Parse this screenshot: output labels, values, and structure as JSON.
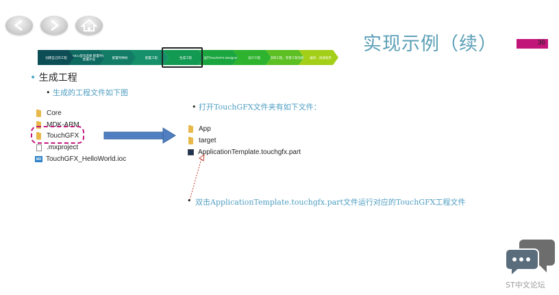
{
  "header": {
    "title": "实现示例（续）",
    "page_number": "36",
    "accent_color": "#c2157a",
    "title_color": "#5b9fb7"
  },
  "nav": {
    "icons": [
      "back-arrow-icon",
      "forward-arrow-icon",
      "home-icon"
    ]
  },
  "steps": [
    {
      "label": "创建自己的工程",
      "color": "#0d4e56"
    },
    {
      "label": "MCU型号选择 配置时钟 配置外设",
      "color": "#0e6a60"
    },
    {
      "label": "配置时钟树",
      "color": "#127c66"
    },
    {
      "label": "配置工程",
      "color": "#15906a"
    },
    {
      "label": "生成工程",
      "color": "#139a52",
      "active": true
    },
    {
      "label": "运行TouchGFX Designer",
      "color": "#1aa63e"
    },
    {
      "label": "设计工程",
      "color": "#2db32e"
    },
    {
      "label": "修改工程，完善工程功能",
      "color": "#5cbf22"
    },
    {
      "label": "编译、烧录程序",
      "color": "#a4cf18"
    }
  ],
  "content": {
    "bullet1": "生成工程",
    "bullet2": "生成的工程文件如下图",
    "left_files": [
      {
        "name": "Core",
        "icon": "folder-icon"
      },
      {
        "name": "MDK-ARM",
        "icon": "folder-icon"
      },
      {
        "name": "TouchGFX",
        "icon": "folder-icon"
      },
      {
        "name": ".mxproject",
        "icon": "file-icon"
      },
      {
        "name": "TouchGFX_HelloWorld.ioc",
        "icon": "mx-icon"
      }
    ],
    "right_intro": "打开TouchGFX文件夹有如下文件：",
    "right_files": [
      {
        "name": "App",
        "icon": "folder-icon"
      },
      {
        "name": "target",
        "icon": "folder-icon"
      },
      {
        "name": "ApplicationTemplate.touchgfx.part",
        "icon": "touchgfx-icon"
      }
    ],
    "note": "双击ApplicationTemplate.touchgfx.part文件运行对应的TouchGFX工程文件"
  },
  "watermark": {
    "label": "ST中文论坛",
    "icon": "chat-bubble-icon"
  }
}
